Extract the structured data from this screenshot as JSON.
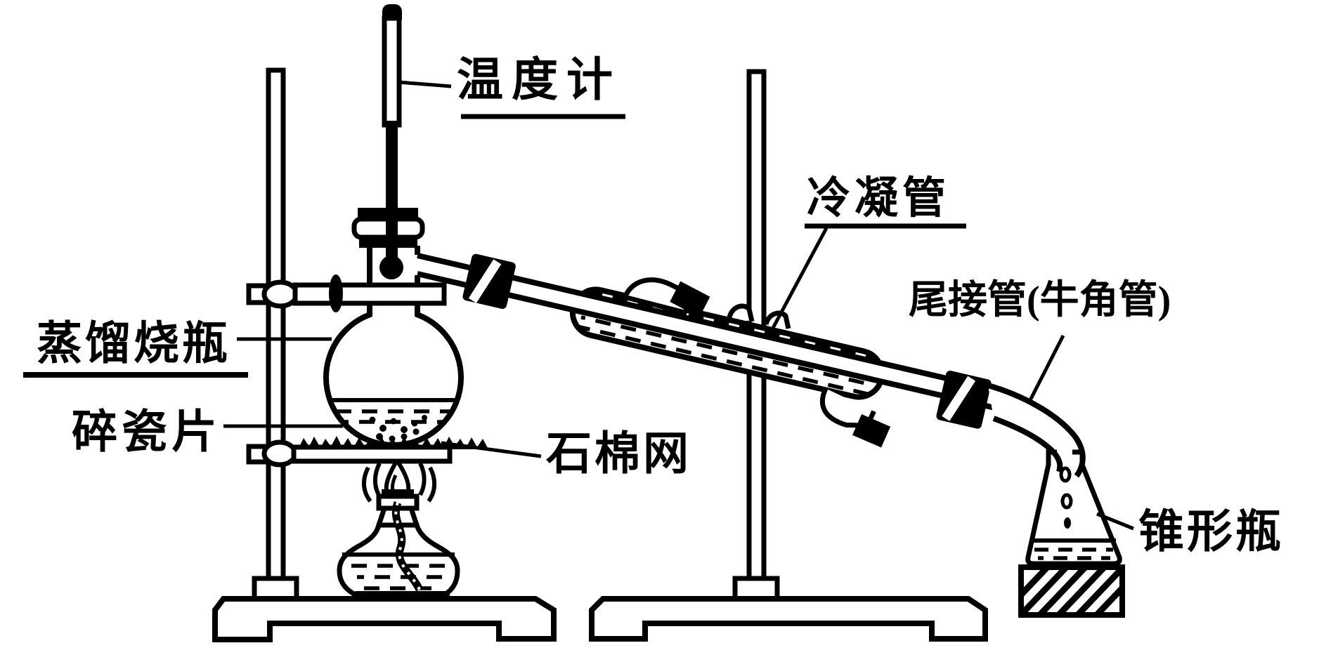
{
  "figure": {
    "background": "#ffffff",
    "ink": "#000000",
    "labels": {
      "thermometer": "温度计",
      "condenser": "冷凝管",
      "tail_adapter": "尾接管(牛角管)",
      "distillation_flask": "蒸馏烧瓶",
      "porcelain_chips": "碎瓷片",
      "wire_gauze": "石棉网",
      "conical_flask": "锥形瓶"
    }
  }
}
